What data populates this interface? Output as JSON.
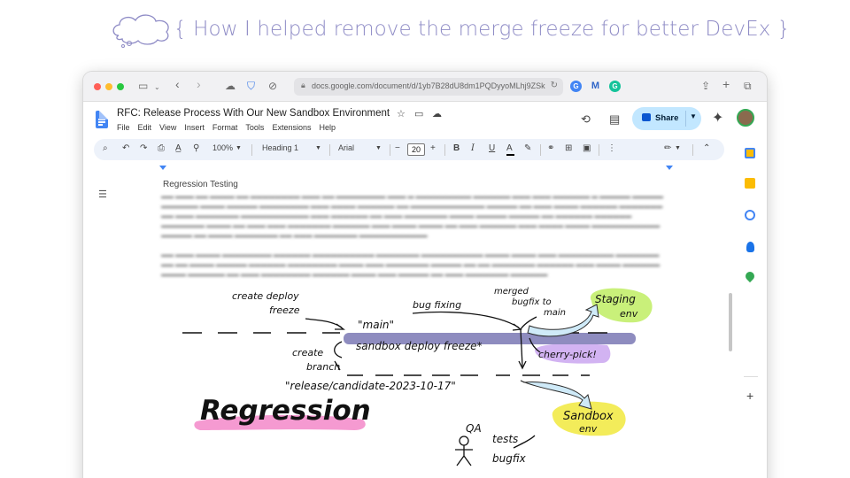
{
  "slide": {
    "title": "{ How I helped remove the merge freeze for better DevEx }"
  },
  "browser": {
    "url": "docs.google.com/document/d/1yb7B28dU8dm1PQDyyoMLhj9ZSk0",
    "extensions": [
      "shield-icon",
      "blocked-icon",
      "google-icon",
      "gmail-icon",
      "grammarly-icon"
    ]
  },
  "doc": {
    "title": "RFC: Release Process With Our New Sandbox Environment",
    "menu": [
      "File",
      "Edit",
      "View",
      "Insert",
      "Format",
      "Tools",
      "Extensions",
      "Help"
    ],
    "share_label": "Share",
    "toolbar": {
      "zoom": "100%",
      "style": "Heading 1",
      "font": "Arial",
      "font_size": "20"
    },
    "section_heading": "Regression Testing"
  },
  "annotations": {
    "create_deploy_freeze": [
      "create deploy",
      "freeze"
    ],
    "main_label": "\"main\"",
    "bug_fixing": "bug fixing",
    "merged_bugfix": [
      "merged",
      "bugfix to",
      "main"
    ],
    "staging_env": [
      "Staging",
      "env"
    ],
    "sandbox_freeze": "sandbox deploy freeze*",
    "create_branch": [
      "create",
      "branch"
    ],
    "cherry_pick": "cherry-pick!",
    "release_branch": "\"release/candidate-2023-10-17\"",
    "regression": "Regression",
    "sandbox_env": [
      "Sandbox",
      "env"
    ],
    "qa": "QA",
    "tests_bugfix": [
      "tests",
      "bugfix"
    ]
  },
  "colors": {
    "title_purple": "#8f8cc6",
    "freeze_bar": "#8e8cbf",
    "staging_green": "#c9f07a",
    "sandbox_yellow": "#f3ec5a",
    "cherry_purple": "#d2b3f2",
    "regression_pink": "#f59ad1",
    "arrow_blue": "#cfeaf8",
    "share_blue": "#c2e7ff"
  }
}
